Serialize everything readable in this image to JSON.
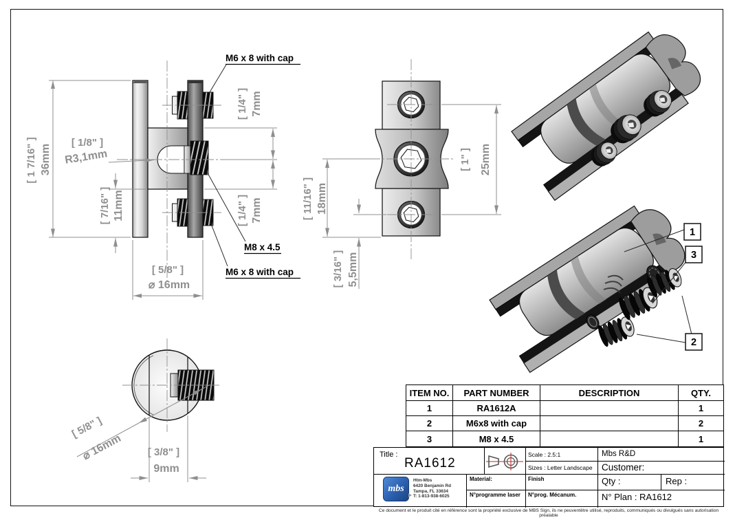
{
  "drawing": {
    "side_view": {
      "height_in": "[ 1 7/16\" ]",
      "height_mm": "36mm",
      "web_in": "[ 7/16\" ]",
      "web_mm": "11mm",
      "radius_in": "[ 1/8\" ]",
      "radius_mm": "R3,1mm",
      "gap_top_in": "[ 1/4\" ]",
      "gap_top_mm": "7mm",
      "gap_bottom_in": "[ 1/4\" ]",
      "gap_bottom_mm": "7mm",
      "dia_in": "[ 5/8\" ]",
      "dia_mm": "⌀ 16mm",
      "label_screw_top": "M6 x 8 with cap",
      "label_screw_middle": "M8 x 4.5",
      "label_screw_bottom": "M6 x 8 with cap"
    },
    "front_view": {
      "pitch_in": "[ 1\" ]",
      "pitch_mm": "25mm",
      "offset_in": "[ 11/16\" ]",
      "offset_mm": "18mm",
      "edge_in": "[ 3/16\" ]",
      "edge_mm": "5,5mm"
    },
    "top_view": {
      "dia_in": "[ 5/8\" ]",
      "dia_mm": "⌀ 16mm",
      "flat_in": "[ 3/8\" ]",
      "flat_mm": "9mm"
    },
    "balloons": {
      "body": "1",
      "set_screws": "2",
      "m8_screw": "3"
    }
  },
  "bom": {
    "headers": [
      "ITEM NO.",
      "PART NUMBER",
      "DESCRIPTION",
      "QTY."
    ],
    "rows": [
      {
        "item": "1",
        "part": "RA1612A",
        "desc": "",
        "qty": "1"
      },
      {
        "item": "2",
        "part": "M6x8 with cap",
        "desc": "",
        "qty": "2"
      },
      {
        "item": "3",
        "part": "M8 x 4.5",
        "desc": "",
        "qty": "1"
      }
    ]
  },
  "title_block": {
    "title_label": "Title :",
    "title_value": "RA1612",
    "scale": "Scale : 2.5:1",
    "sizes": "Sizes : Letter Landscape",
    "company": "Mbs R&D",
    "customer_label": "Customer:",
    "material_label": "Material:",
    "finish_label": "Finish",
    "laser_label": "N°programme laser",
    "mecanum_label": "N°prog. Mécanum.",
    "qty_label": "Qty :",
    "rep_label": "Rep :",
    "plan_label": "N° Plan : RA1612",
    "logo_text": "mbs",
    "address": [
      "Htm-Mbs",
      "6420 Benjamin Rd",
      "Tampa, FL 33634",
      "T: 1-813-938-6025"
    ]
  },
  "footer": {
    "disclaimer": "Ce document et le produit cité en référence sont la propriété exclusive de MBS Sign, ils ne peuventêtre utilisé, reproduits, communiqués ou divulgués sans autorisation préalable"
  },
  "colors": {
    "dim_gray": "#8f8f8f",
    "accent_red": "#c22323",
    "logo_blue": "#2a5fae"
  }
}
